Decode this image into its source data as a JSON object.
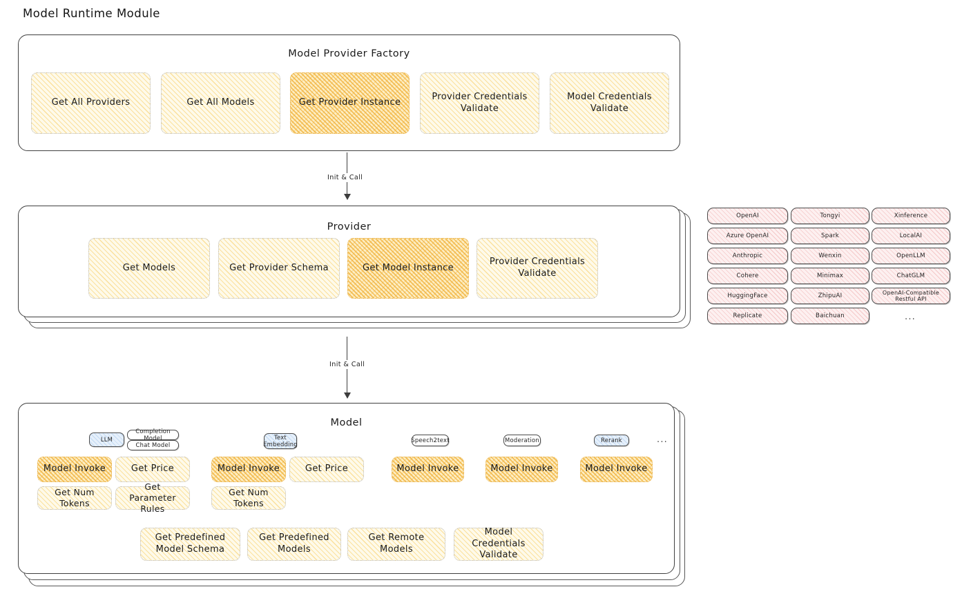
{
  "page": {
    "title": "Model Runtime Module"
  },
  "factory": {
    "title": "Model Provider Factory",
    "methods": [
      {
        "label": "Get All Providers",
        "highlighted": false
      },
      {
        "label": "Get All Models",
        "highlighted": false
      },
      {
        "label": "Get Provider Instance",
        "highlighted": true
      },
      {
        "label": "Provider Credentials Validate",
        "highlighted": false
      },
      {
        "label": "Model Credentials Validate",
        "highlighted": false
      }
    ]
  },
  "arrows": [
    {
      "label": "Init & Call"
    },
    {
      "label": "Init & Call"
    }
  ],
  "provider": {
    "title": "Provider",
    "methods": [
      {
        "label": "Get Models",
        "highlighted": false
      },
      {
        "label": "Get Provider Schema",
        "highlighted": false
      },
      {
        "label": "Get Model Instance",
        "highlighted": true
      },
      {
        "label": "Provider Credentials Validate",
        "highlighted": false
      }
    ]
  },
  "provider_list": {
    "columns": [
      [
        "OpenAI",
        "Azure OpenAI",
        "Anthropic",
        "Cohere",
        "HuggingFace",
        "Replicate"
      ],
      [
        "Tongyi",
        "Spark",
        "Wenxin",
        "Minimax",
        "ZhipuAI",
        "Baichuan"
      ],
      [
        "Xinference",
        "LocalAI",
        "OpenLLM",
        "ChatGLM",
        "OpenAI-Compatible Restful API"
      ]
    ],
    "more": "..."
  },
  "model": {
    "title": "Model",
    "more": "...",
    "types": [
      {
        "name": "LLM",
        "style": "blue",
        "subtypes": [
          "Completion Model",
          "Chat Model"
        ],
        "methods": [
          {
            "label": "Model Invoke",
            "highlighted": true
          },
          {
            "label": "Get Price",
            "highlighted": false
          },
          {
            "label": "Get Num Tokens",
            "highlighted": false
          },
          {
            "label": "Get Parameter Rules",
            "highlighted": false
          }
        ]
      },
      {
        "name": "Text Embedding",
        "style": "blue",
        "subtypes": [],
        "methods": [
          {
            "label": "Model Invoke",
            "highlighted": true
          },
          {
            "label": "Get Price",
            "highlighted": false
          },
          {
            "label": "Get Num Tokens",
            "highlighted": false
          }
        ]
      },
      {
        "name": "Speech2text",
        "style": "plain",
        "subtypes": [],
        "methods": [
          {
            "label": "Model Invoke",
            "highlighted": true
          }
        ]
      },
      {
        "name": "Moderation",
        "style": "plain",
        "subtypes": [],
        "methods": [
          {
            "label": "Model Invoke",
            "highlighted": true
          }
        ]
      },
      {
        "name": "Rerank",
        "style": "blue",
        "subtypes": [],
        "methods": [
          {
            "label": "Model Invoke",
            "highlighted": true
          }
        ]
      }
    ],
    "shared_methods": [
      {
        "label": "Get Predefined Model Schema",
        "highlighted": false
      },
      {
        "label": "Get Predefined Models",
        "highlighted": false
      },
      {
        "label": "Get Remote Models",
        "highlighted": false
      },
      {
        "label": "Model Credentials Validate",
        "highlighted": false
      }
    ]
  },
  "colors": {
    "hatch_light": "#f7ca5c",
    "hatch_highlight": "#f0ac2d",
    "pill_pink": "#e78e8e",
    "badge_blue": "#78aae1",
    "stroke": "#3f3f3f"
  }
}
